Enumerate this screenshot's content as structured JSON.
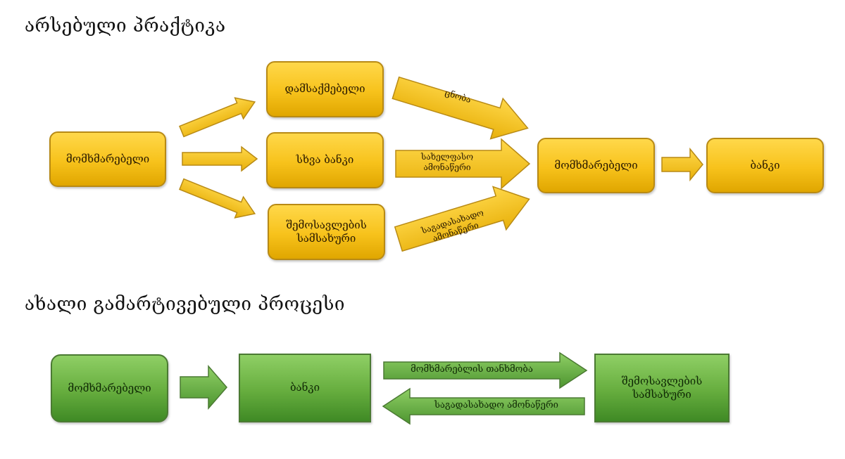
{
  "sections": {
    "current": {
      "title": "არსებული პრაქტიკა",
      "nodes": {
        "consumer_start": "მომხმარებელი",
        "employer": "დამსაქმებელი",
        "other_bank": "სხვა ბანკი",
        "revenue_service": "შემოსავლების სამსახური",
        "consumer_mid": "მომხმარებელი",
        "bank": "ბანკი"
      },
      "arrow_labels": {
        "certificate": "ცნობა",
        "account_statement": "სახელფასო ამონაწერი",
        "tax_statement": "საგადასახადო ამონაწერი"
      },
      "colors": {
        "fill": "#f7c21b",
        "border": "#b88a15"
      }
    },
    "simplified": {
      "title": "ახალი გამარტივებული პროცესი",
      "nodes": {
        "consumer": "მომხმარებელი",
        "bank": "ბანკი",
        "revenue_service": "შემოსავლების სამსახური"
      },
      "arrow_labels": {
        "consumer_consent": "მომხმარებლის თანხმობა",
        "tax_statement": "საგადასახადო ამონაწერი"
      },
      "colors": {
        "fill": "#66ad3e",
        "border": "#4b7a33"
      }
    }
  }
}
